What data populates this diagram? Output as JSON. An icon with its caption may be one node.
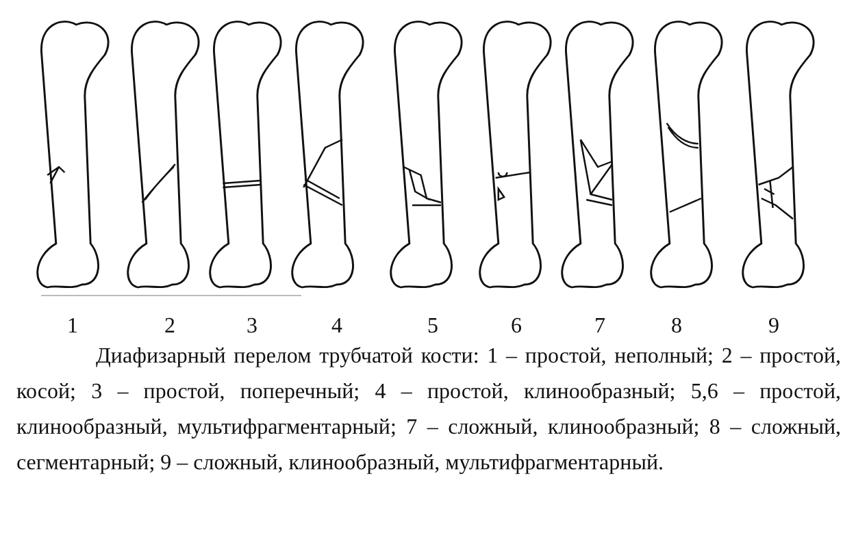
{
  "diagram": {
    "caption": "Диафизарный перелом трубчатой кости: 1 – простой, неполный; 2 – простой, косой; 3 – простой, поперечный; 4 – простой, клинообразный; 5,6 – простой, клинообразный, мультифрагментарный; 7 – сложный, клинообразный; 8 – сложный, сегментарный; 9 – сложный, клинообразный, мультифрагментарный.",
    "labels": [
      "1",
      "2",
      "3",
      "4",
      "5",
      "6",
      "7",
      "8",
      "9"
    ]
  }
}
